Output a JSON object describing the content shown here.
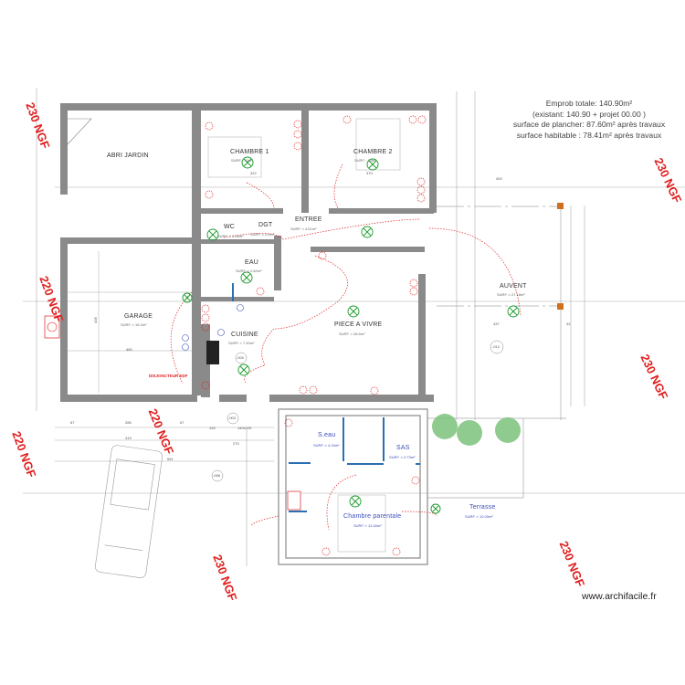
{
  "summary": {
    "line1": "Emprob totale: 140.90m²",
    "line2": "(existant: 140.90 + projet 00.00 )",
    "line3": "surface de plancher: 87.60m² après travaux",
    "line4": "surface habitable : 78.41m² après travaux"
  },
  "rooms": {
    "abri_jardin": {
      "name": "ABRI JARDIN"
    },
    "chambre1": {
      "name": "CHAMBRE 1",
      "surf": "SURF. : 11m²",
      "dim": "322"
    },
    "chambre2": {
      "name": "CHAMBRE 2",
      "surf": "SURF. : 11m²",
      "dim": "370"
    },
    "wc": {
      "name": "WC",
      "surf": "SURF. ≈ 1.58m²"
    },
    "dgt": {
      "name": "DGT",
      "surf": "SURF. ≈ 2.0m²"
    },
    "entree": {
      "name": "ENTREE",
      "surf": "SURF. ≈ 4.51m²"
    },
    "eau": {
      "name": "EAU",
      "surf": "SURF. ≈ 2.82m²"
    },
    "garage": {
      "name": "GARAGE",
      "surf": "SURF. ≈ 15.2m²",
      "dim_h": "435",
      "dim_w": "460"
    },
    "cuisine": {
      "name": "CUISINE",
      "surf": "SURF. ≈ 7.30m²"
    },
    "piece_a_vivre": {
      "name": "PIECE A VIVRE",
      "surf": "SURF. ≈ 28.5m²"
    },
    "auvent": {
      "name": "AUVENT",
      "surf": "SURF. ≈ 27.18m²",
      "dim": "437"
    },
    "s_eau": {
      "name": "S.eau",
      "surf": "SURF. ≈ 4.15m²"
    },
    "sas": {
      "name": "SAS",
      "surf": "SURF. ≈ 2.73m²"
    },
    "chambre_parentale": {
      "name": "Chambre parentale",
      "surf": "SURF. ≈ 12.40m²"
    },
    "terrasse": {
      "name": "Terrasse",
      "surf": "SURF. ≈ 12.00m²"
    }
  },
  "annotations": {
    "disjoncteur": "DISJONCTEUR EDF",
    "ngf_labels": [
      "230 NGF",
      "220 NGF",
      "220 NGF",
      "220 NGF",
      "230 NGF",
      "230 NGF",
      "230 NGF",
      "230 NGF"
    ],
    "levels": [
      "-012",
      "-003",
      "-058",
      "-000"
    ],
    "dims": [
      "67",
      "286",
      "67",
      "419",
      "651",
      "134",
      "140x229",
      "270",
      "400",
      "437",
      "42"
    ]
  },
  "watermark": "www.archifacile.fr",
  "colors": {
    "wall": "#8a8a8a",
    "electric_red": "#e02020",
    "light_green": "#1a9a2a",
    "tree_green": "#7cc27c",
    "blue_text": "#3a4fb8",
    "post_orange": "#d0701e"
  }
}
